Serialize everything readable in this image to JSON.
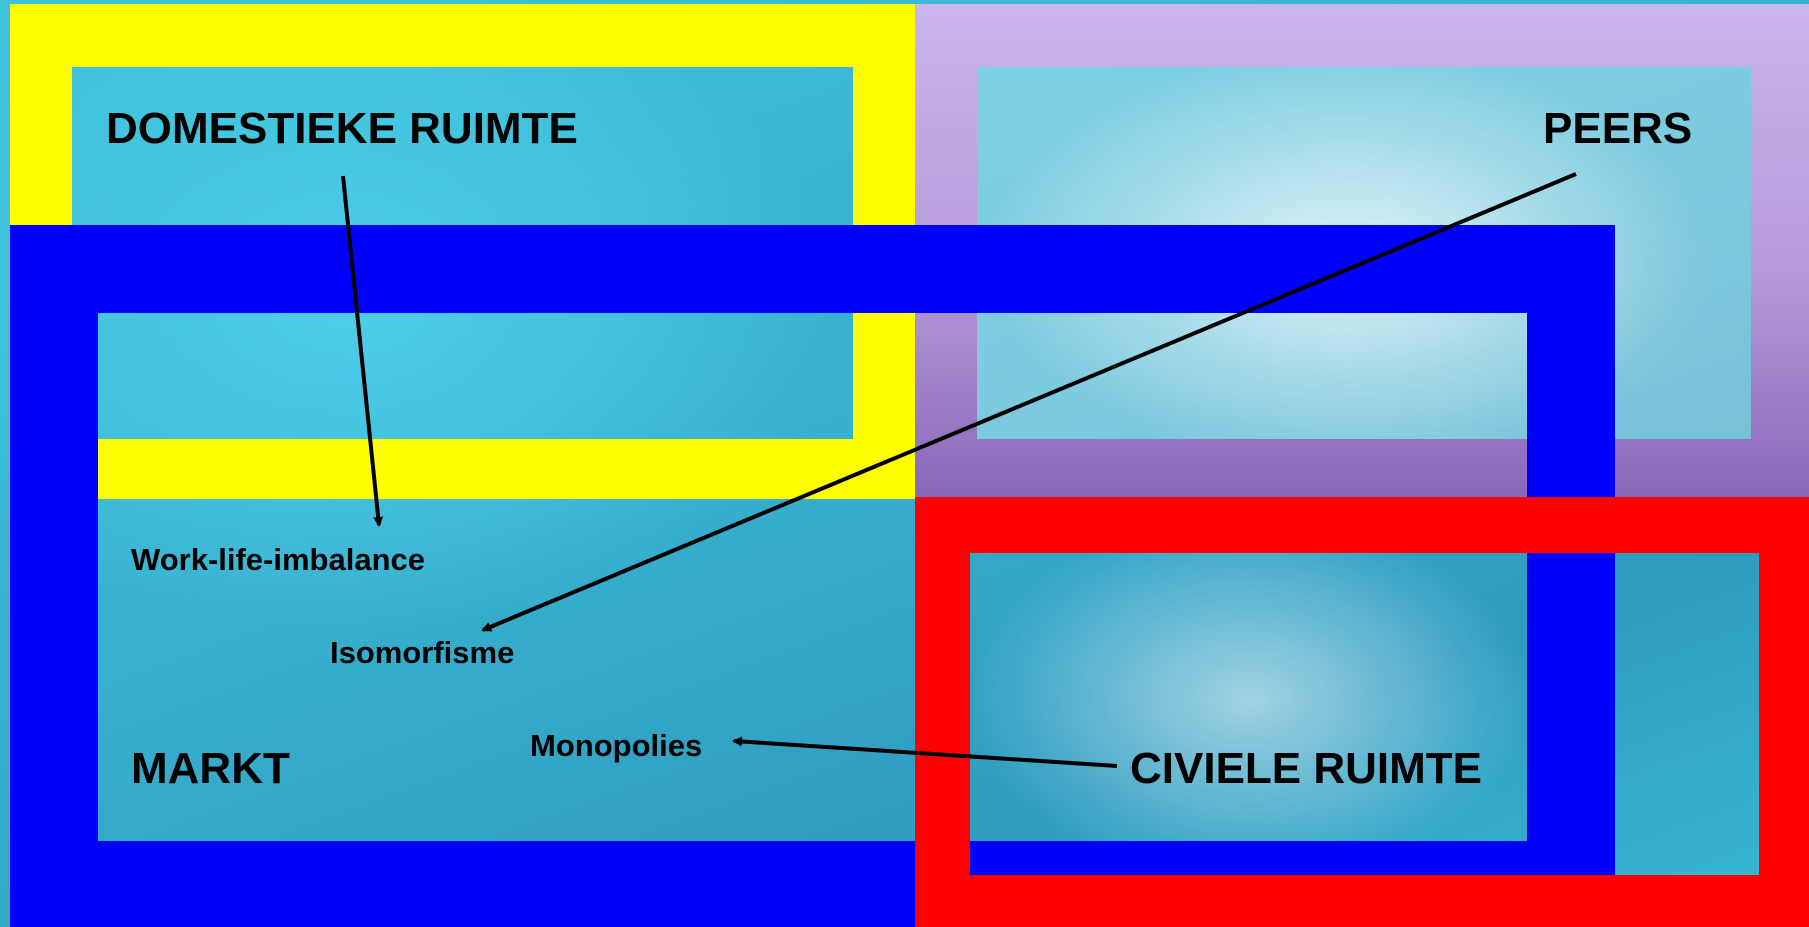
{
  "regions": {
    "domestic": {
      "label": "DOMESTIEKE RUIMTE",
      "color": "#ffff00"
    },
    "peers": {
      "label": "PEERS",
      "color": "#c9b3ec"
    },
    "market": {
      "label": "MARKT",
      "color": "#0000ff"
    },
    "civic": {
      "label": "CIVIELE RUIMTE",
      "color": "#ff0000"
    }
  },
  "effects": {
    "work_life": "Work-life-imbalance",
    "isomorphism": "Isomorfisme",
    "monopolies": "Monopolies"
  },
  "arrows": [
    {
      "from": "domestic",
      "to": "work_life"
    },
    {
      "from": "peers",
      "to": "isomorphism"
    },
    {
      "from": "civic",
      "to": "monopolies"
    }
  ]
}
